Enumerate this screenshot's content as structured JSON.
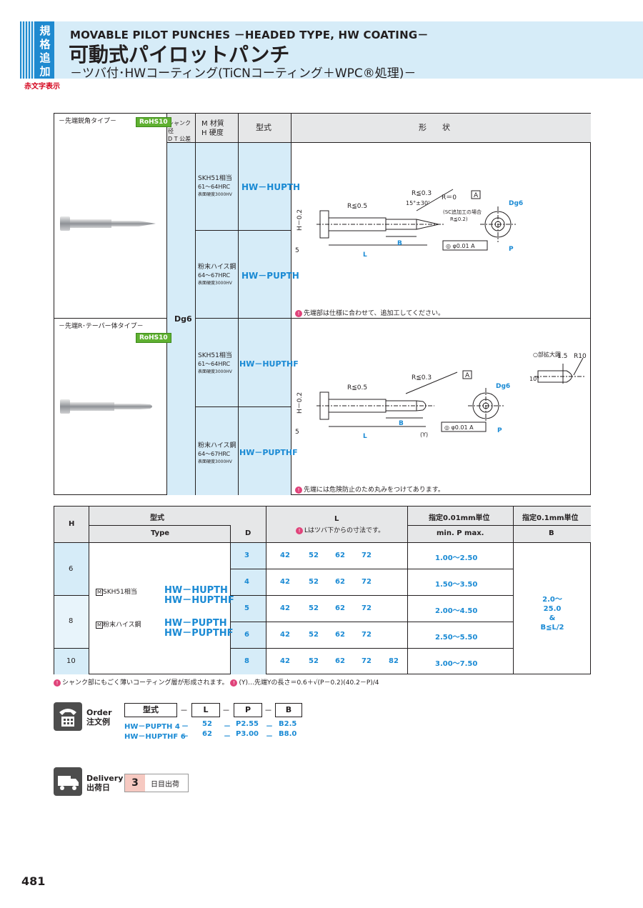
{
  "header": {
    "tag": "規格追加",
    "red_label": "赤文字表示",
    "title_en": "MOVABLE PILOT PUNCHES －HEADED TYPE, HW COATING－",
    "title_jp": "可動式パイロットパンチ",
    "subtitle_jp": "－ツバ付･HWコーティング(TiCNコーティング＋WPC®処理)－"
  },
  "product_table": {
    "col_shank": "シャンク径",
    "col_tol": "D T 公差",
    "col_material": "M 材質",
    "col_hardness": "H 硬度",
    "col_type": "型式",
    "col_shape": "形　　状",
    "dg6": "Dg6",
    "groups": [
      {
        "name": "－先端鋭角タイプ－",
        "rohs": "RoHS10",
        "rows": [
          {
            "material": "SKH51相当",
            "hardness": "61～64HRC",
            "surface": "表面硬度3000HV",
            "type": "HW－HUPTH"
          },
          {
            "material": "粉末ハイス鋼",
            "hardness": "64～67HRC",
            "surface": "表面硬度3000HV",
            "type": "HW－PUPTH"
          }
        ],
        "note": "先端部は仕様に合わせて、追加工してください。",
        "drawing": {
          "r_head": "R≦0.5",
          "r_tip": "R≦0.3",
          "r0": "R＝0",
          "angle": "15°±30'",
          "sc": "(SC追加工の場合",
          "sc2": "R≦0.2)",
          "h": "H－0.2",
          "dim5": "5",
          "L": "L",
          "B": "B",
          "P": "P",
          "D": "Dg6",
          "A": "A",
          "conc": "◎ φ0.01 A"
        }
      },
      {
        "name": "－先端R･テーパー体タイプ－",
        "rohs": "RoHS10",
        "rows": [
          {
            "material": "SKH51相当",
            "hardness": "61～64HRC",
            "surface": "表面硬度3000HV",
            "type": "HW－HUPTHF"
          },
          {
            "material": "粉末ハイス鋼",
            "hardness": "64～67HRC",
            "surface": "表面硬度3000HV",
            "type": "HW－PUPTHF"
          }
        ],
        "note": "先端には危険防止のため丸みをつけてあります。",
        "drawing": {
          "detail": "○部拡大図",
          "r10": "R10",
          "d15": "1.5",
          "ang10": "10°",
          "r_head": "R≦0.5",
          "r_tip": "R≦0.3",
          "h": "H－0.2",
          "dim5": "5",
          "L": "L",
          "B": "B",
          "Y": "(Y)",
          "P": "P",
          "D": "Dg6",
          "A": "A",
          "conc": "◎ φ0.01 A"
        }
      }
    ]
  },
  "spec_table": {
    "h_label": "H",
    "type_label": "型式",
    "type_en": "Type",
    "d_label": "D",
    "l_label": "L",
    "l_note": "Lはツバ下からの寸法です。",
    "p_unit": "指定0.01mm単位",
    "p_label": "min. P max.",
    "b_unit": "指定0.1mm単位",
    "b_label": "B",
    "materials": [
      {
        "mat": "SKH51相当",
        "types": [
          "HW－HUPTH",
          "HW－HUPTHF"
        ]
      },
      {
        "mat": "粉末ハイス鋼",
        "types": [
          "HW－PUPTH",
          "HW－PUPTHF"
        ]
      }
    ],
    "h_values": [
      "6",
      "8",
      "10"
    ],
    "rows": [
      {
        "d": "3",
        "l": [
          "42",
          "52",
          "62",
          "72",
          ""
        ],
        "p": "1.00～2.50"
      },
      {
        "d": "4",
        "l": [
          "42",
          "52",
          "62",
          "72",
          ""
        ],
        "p": "1.50～3.50"
      },
      {
        "d": "5",
        "l": [
          "42",
          "52",
          "62",
          "72",
          ""
        ],
        "p": "2.00～4.50"
      },
      {
        "d": "6",
        "l": [
          "42",
          "52",
          "62",
          "72",
          ""
        ],
        "p": "2.50～5.50"
      },
      {
        "d": "8",
        "l": [
          "42",
          "52",
          "62",
          "72",
          "82"
        ],
        "p": "3.00～7.50"
      }
    ],
    "b_value": "2.0～25.0",
    "b_amp": "&",
    "b_cond": "B≦L/2"
  },
  "footnote": {
    "n1": "シャンク部にもごく薄いコーティング層が形成されます。",
    "n2": "(Y)…先端Yの長さ＝0.6＋√(P－0.2)(40.2－P)/4"
  },
  "order": {
    "label_en": "Order",
    "label_jp": "注文例",
    "boxes": [
      "型式",
      "L",
      "P",
      "B"
    ],
    "dash": "－",
    "ex1": [
      "HW－PUPTH 4",
      "52",
      "P2.55",
      "B2.5"
    ],
    "ex2": [
      "HW－HUPTHF 6",
      "62",
      "P3.00",
      "B8.0"
    ]
  },
  "delivery": {
    "label_en": "Delivery",
    "label_jp": "出荷日",
    "days": "3",
    "text": "日目出荷"
  },
  "page_number": "481"
}
